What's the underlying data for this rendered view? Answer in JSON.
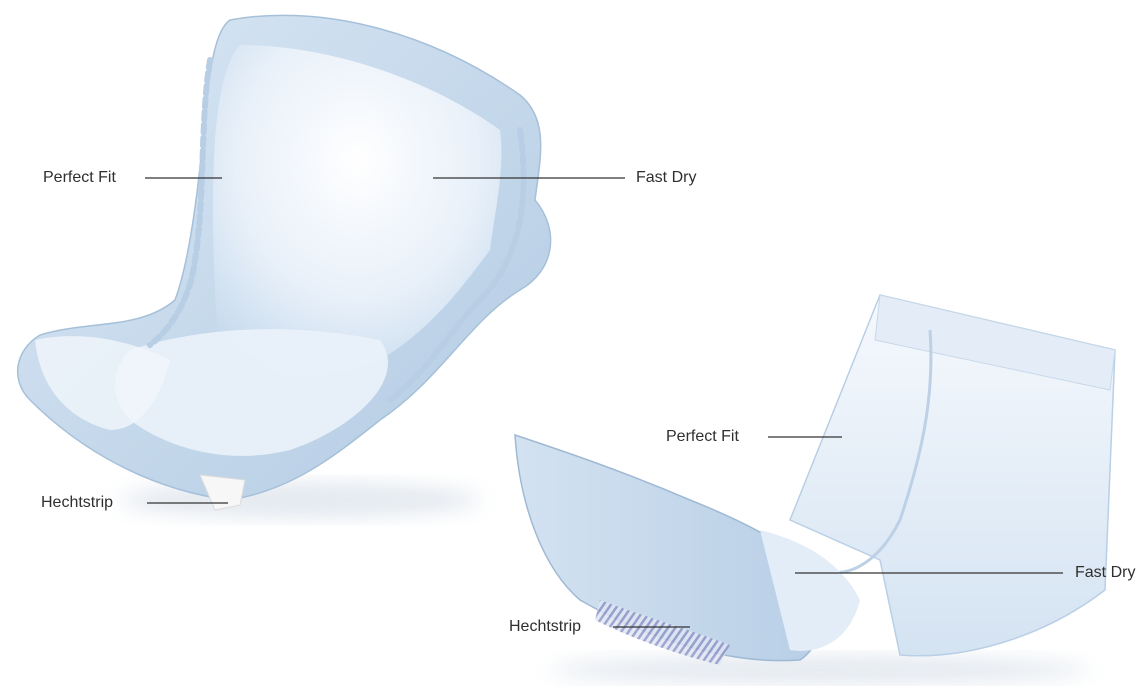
{
  "product_left": {
    "callouts": {
      "perfect_fit": "Perfect Fit",
      "fast_dry": "Fast Dry",
      "hechtstrip": "Hechtstrip"
    }
  },
  "product_right": {
    "callouts": {
      "perfect_fit": "Perfect Fit",
      "fast_dry": "Fast Dry",
      "hechtstrip": "Hechtstrip"
    }
  },
  "colors": {
    "background": "#ffffff",
    "pad_light": "#eef4fb",
    "pad_mid": "#cfe0f0",
    "pad_shadow": "#a9c3dd",
    "leader_line": "#333333",
    "label_text": "#2f2f2f"
  }
}
